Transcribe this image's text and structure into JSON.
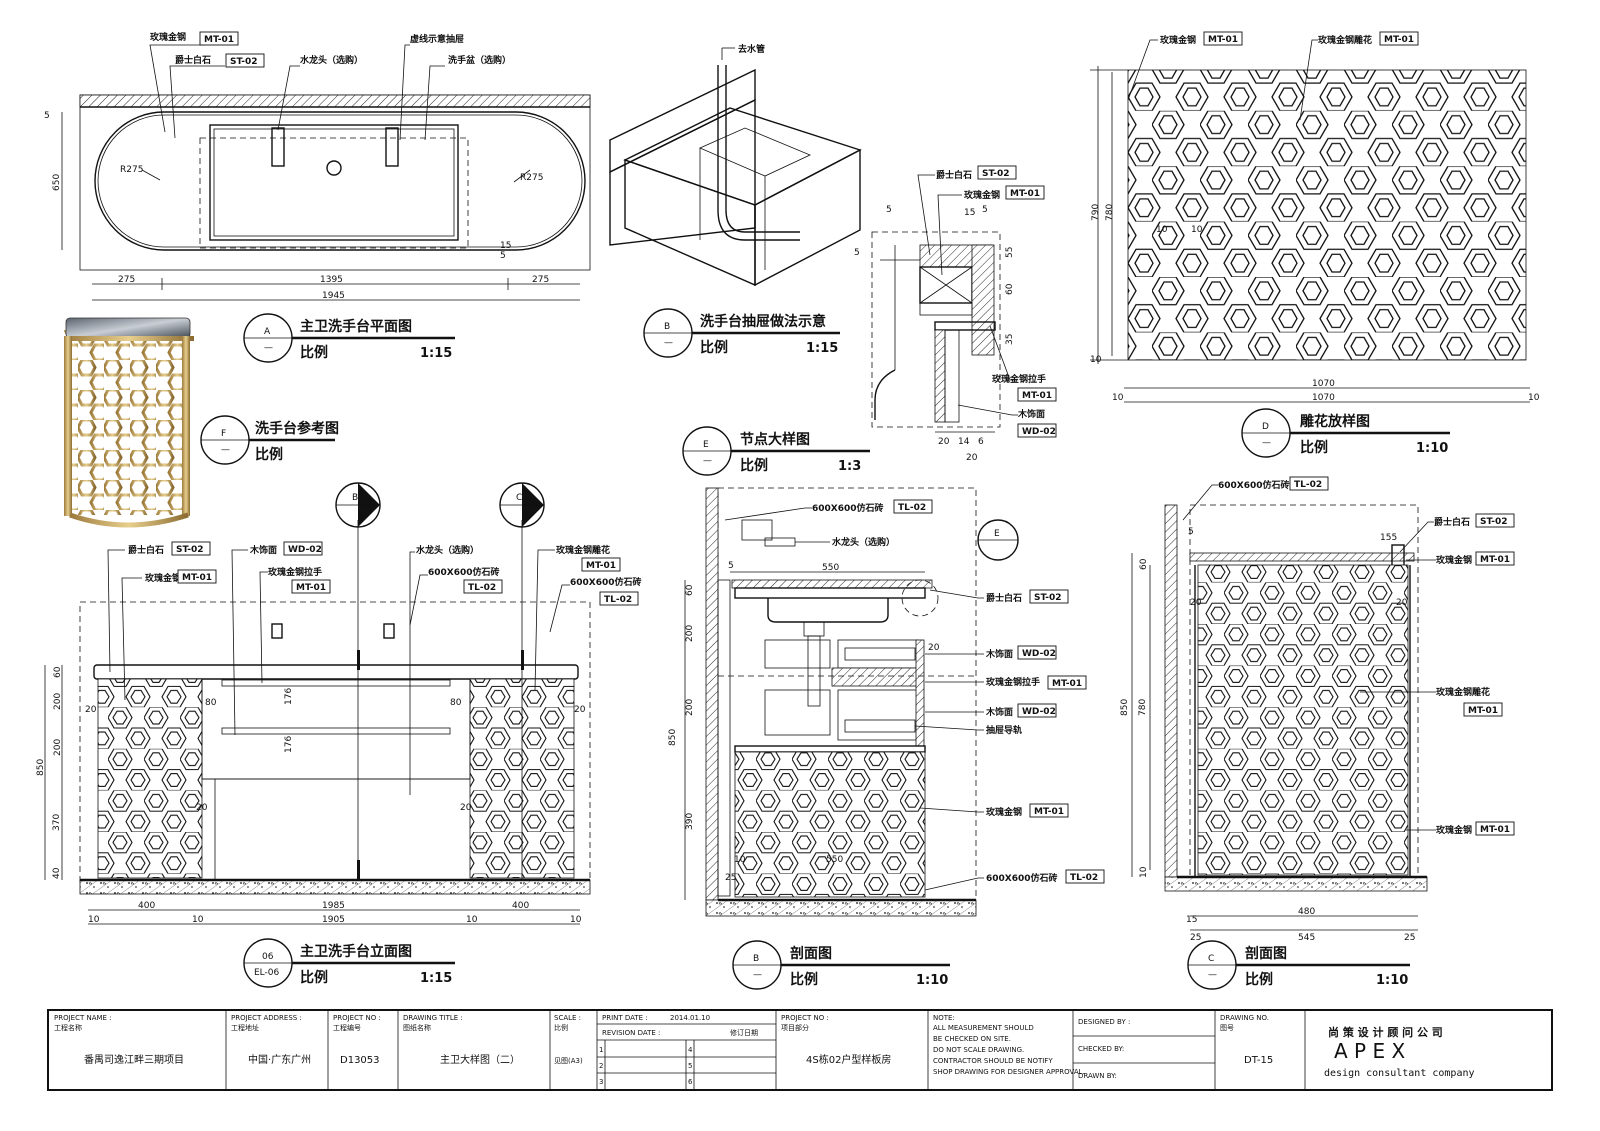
{
  "drawings": {
    "a": {
      "id": "A",
      "sub": "—",
      "title": "主卫洗手台平面图",
      "scale_label": "比例",
      "scale": "1:15",
      "labels": {
        "rose_gold": "玫瑰金钢",
        "jazz_white": "爵士白石",
        "faucet": "水龙头（选购）",
        "drawer_line": "虚线示意抽屉",
        "basin": "洗手盆（选购）"
      },
      "codes": {
        "mt01": "MT-01",
        "st02": "ST-02"
      },
      "dims": {
        "r1": "R275",
        "r2": "R275",
        "h650": "650",
        "d5": "5",
        "d15": "15",
        "d5b": "5",
        "w275a": "275",
        "w1395": "1395",
        "w275b": "275",
        "w1945": "1945"
      }
    },
    "f": {
      "id": "F",
      "sub": "—",
      "title": "洗手台参考图",
      "scale_label": "比例"
    },
    "b1": {
      "id": "B",
      "sub": "—",
      "title": "洗手台抽屉做法示意",
      "scale_label": "比例",
      "scale": "1:15",
      "labels": {
        "pipe": "去水管"
      }
    },
    "e": {
      "id": "E",
      "sub": "—",
      "title": "节点大样图",
      "scale_label": "比例",
      "scale": "1:3",
      "labels": {
        "jazz_white": "爵士白石",
        "rose_gold": "玫瑰金钢",
        "handle": "玫瑰金钢拉手",
        "wood": "木饰面"
      },
      "codes": {
        "st02": "ST-02",
        "mt01": "MT-01",
        "mt01b": "MT-01",
        "wd02": "WD-02"
      },
      "dims": {
        "d5": "5",
        "d15": "15",
        "d5b": "5",
        "d5c": "5",
        "d55": "55",
        "d60": "60",
        "d35": "35",
        "d20": "20",
        "d14": "14",
        "d6": "6",
        "d20b": "20"
      }
    },
    "d": {
      "id": "D",
      "sub": "—",
      "title": "雕花放样图",
      "scale_label": "比例",
      "scale": "1:10",
      "labels": {
        "rose_gold": "玫瑰金钢",
        "carving": "玫瑰金钢雕花"
      },
      "codes": {
        "mt01": "MT-01",
        "mt01b": "MT-01"
      },
      "dims": {
        "h790": "790",
        "h780": "780",
        "d10a": "10",
        "d10b": "10",
        "d10c": "10",
        "w1070a": "1070",
        "w1070b": "1070",
        "d10d": "10",
        "d10e": "10"
      }
    },
    "el": {
      "id": "06",
      "sub": "EL-06",
      "title": "主卫洗手台立面图",
      "scale_label": "比例",
      "scale": "1:15",
      "labels": {
        "jazz_white": "爵士白石",
        "rose_gold": "玫瑰金钢",
        "wood": "木饰面",
        "handle": "玫瑰金钢拉手",
        "faucet": "水龙头（选购）",
        "tile": "600X600仿石砖",
        "carving": "玫瑰金钢雕花",
        "tile2": "600X600仿石砖"
      },
      "codes": {
        "st02": "ST-02",
        "mt01": "MT-01",
        "wd02": "WD-02",
        "mt01b": "MT-01",
        "tl02": "TL-02",
        "mt01c": "MT-01",
        "tl02b": "TL-02"
      },
      "markers": {
        "b": "B",
        "c": "C"
      },
      "dims": {
        "h60": "60",
        "h200": "200",
        "h200b": "200",
        "h850": "850",
        "h370": "370",
        "h40": "40",
        "d20a": "20",
        "d80a": "80",
        "d176a": "176",
        "d80b": "80",
        "d176b": "176",
        "d20b": "20",
        "d20c": "20",
        "d20d": "20",
        "w10a": "10",
        "w400a": "400",
        "w10b": "10",
        "w1985": "1985",
        "w10c": "10",
        "w400b": "400",
        "w10d": "10",
        "w1905": "1905"
      }
    },
    "sb": {
      "id": "B",
      "sub": "—",
      "title": "剖面图",
      "scale_label": "比例",
      "scale": "1:10",
      "labels": {
        "tile": "600X600仿石砖",
        "faucet": "水龙头（选购）",
        "jazz_white": "爵士白石",
        "wood": "木饰面",
        "handle": "玫瑰金钢拉手",
        "wood2": "木饰面",
        "rail": "抽屉导轨",
        "rose_gold": "玫瑰金钢",
        "tile2": "600X600仿石砖"
      },
      "codes": {
        "tl02": "TL-02",
        "st02": "ST-02",
        "wd02": "WD-02",
        "mt01": "MT-01",
        "wd02b": "WD-02",
        "mt01b": "MT-01",
        "tl02b": "TL-02"
      },
      "marker": "E",
      "dims": {
        "d5": "5",
        "w550": "550",
        "d20": "20",
        "h60": "60",
        "h200": "200",
        "h200b": "200",
        "h850": "850",
        "h390": "390",
        "d10": "10",
        "d25": "25",
        "w550b": "550"
      }
    },
    "sc": {
      "id": "C",
      "sub": "—",
      "title": "剖面图",
      "scale_label": "比例",
      "scale": "1:10",
      "labels": {
        "tile": "600X600仿石砖",
        "jazz_white": "爵士白石",
        "rose_gold": "玫瑰金钢",
        "carving": "玫瑰金钢雕花",
        "rose_gold2": "玫瑰金钢"
      },
      "codes": {
        "tl02": "TL-02",
        "st02": "ST-02",
        "mt01": "MT-01",
        "mt01b": "MT-01",
        "mt01c": "MT-01"
      },
      "dims": {
        "d5": "5",
        "d155": "155",
        "d20a": "20",
        "d20b": "20",
        "h60": "60",
        "h850": "850",
        "h780": "780",
        "d10": "10",
        "d15": "15",
        "w480": "480",
        "w25a": "25",
        "w545": "545",
        "w25b": "25"
      }
    }
  },
  "title_block": {
    "project_name_label": "PROJECT NAME :",
    "project_name_cn": "工程名称",
    "project_name": "番禺司逸江畔三期项目",
    "address_label": "PROJECT ADDRESS :",
    "address_cn": "工程地址",
    "address": "中国·广东广州",
    "project_no_label": "PROJECT NO :",
    "project_no_cn": "工程编号",
    "project_no": "D13053",
    "drawing_title_label": "DRAWING TITLE :",
    "drawing_title_cn": "图纸名称",
    "drawing_title": "主卫大样图（二）",
    "scale_label": "SCALE :",
    "scale_cn": "比例",
    "scale_value": "见图(A3)",
    "print_date_label": "PRINT DATE :",
    "print_date": "2014.01.10",
    "revision_label": "REVISION DATE :",
    "revision_cn": "修订日期",
    "rev": [
      "1",
      "2",
      "3",
      "4",
      "5",
      "6"
    ],
    "part_label": "PROJECT NO :",
    "part_cn": "项目部分",
    "part": "4S栋02户型样板房",
    "note_label": "NOTE:",
    "notes": [
      "ALL MEASUREMENT SHOULD",
      "BE CHECKED ON SITE.",
      "DO NOT SCALE DRAWING.",
      "CONTRACTOR SHOULD BE NOTIFY",
      "SHOP DRAWING FOR DESIGNER APPROVAL."
    ],
    "designed_label": "DESIGNED BY :",
    "checked_label": "CHECKED BY:",
    "drawn_label": "DRAWN BY:",
    "drawing_no_label": "DRAWING NO.",
    "drawing_no_cn": "图号",
    "drawing_no": "DT-15",
    "company_cn": "尚 策 设 计 顾 问 公 司",
    "company_logo": "A P E X",
    "company_en": "design  consultant  company"
  }
}
